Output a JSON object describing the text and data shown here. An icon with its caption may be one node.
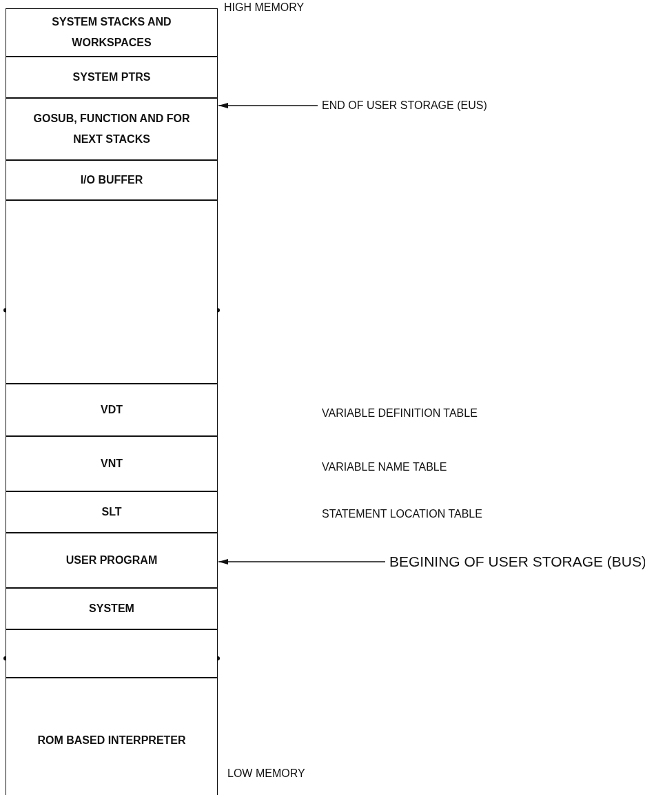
{
  "diagram": {
    "nodes": [
      {
        "text": [
          "SYSTEM STACKS AND WORKSPACES"
        ]
      },
      {
        "text": [
          "SYSTEM PTRS"
        ]
      },
      {
        "text": [
          "GOSUB, FUNCTION AND FOR NEXT STACKS"
        ]
      },
      {
        "text": [
          "I/O BUFFER"
        ]
      },
      {
        "text": [],
        "shape": "box"
      },
      {
        "text": [
          "VDT"
        ]
      },
      {
        "text": [
          "VNT"
        ]
      },
      {
        "text": [
          "SLT"
        ]
      },
      {
        "text": [
          "USER PROGRAM"
        ]
      },
      {
        "text": [
          "SYSTEM"
        ]
      },
      {
        "text": [],
        "shape": "box"
      },
      {
        "text": [
          "ROM BASED INTERPRETER"
        ]
      },
      {
        "text": [
          "END OF USER STORAGE (EUS)"
        ]
      },
      {
        "text": [
          "BEGINING OF USER STORAGE (BUS)"
        ]
      }
    ],
    "edges": [
      {
        "from": 12,
        "to": 2,
        "arrow": "to"
      },
      {
        "from": 13,
        "to": 8,
        "arrow": "to"
      }
    ],
    "labels": [
      "HIGH MEMORY",
      "VARIABLE DEFINITION TABLE",
      "VARIABLE NAME TABLE",
      "STATEMENT LOCATION TABLE",
      "LOW MEMORY"
    ]
  }
}
